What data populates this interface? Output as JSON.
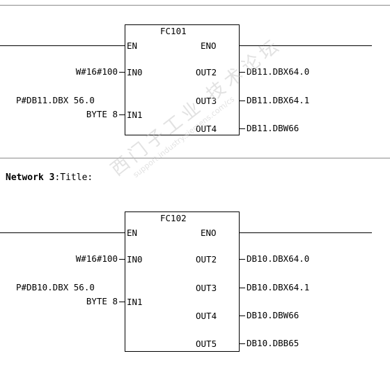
{
  "network2": {
    "block_name": "FC101",
    "pin_en": "EN",
    "pin_eno": "ENO",
    "pin_in0": "IN0",
    "pin_in1": "IN1",
    "pin_out2": "OUT2",
    "pin_out3": "OUT3",
    "pin_out4": "OUT4",
    "in0_value": "W#16#100",
    "in1_value_line1": "P#DB11.DBX 56.0",
    "in1_value_line2": "BYTE 8",
    "out2_value": "DB11.DBX64.0",
    "out3_value": "DB11.DBX64.1",
    "out4_value": "DB11.DBW66"
  },
  "network3": {
    "label_bold": "Network 3",
    "label_rest": ":Title:",
    "block_name": "FC102",
    "pin_en": "EN",
    "pin_eno": "ENO",
    "pin_in0": "IN0",
    "pin_in1": "IN1",
    "pin_out2": "OUT2",
    "pin_out3": "OUT3",
    "pin_out4": "OUT4",
    "pin_out5": "OUT5",
    "in0_value": "W#16#100",
    "in1_value_line1": "P#DB10.DBX 56.0",
    "in1_value_line2": "BYTE 8",
    "out2_value": "DB10.DBX64.0",
    "out3_value": "DB10.DBX64.1",
    "out4_value": "DB10.DBW66",
    "out5_value": "DB10.DBB65"
  },
  "watermark": {
    "line1": "西门子工业 技术论坛",
    "line2": "support.industry.siemens.com/cs"
  }
}
